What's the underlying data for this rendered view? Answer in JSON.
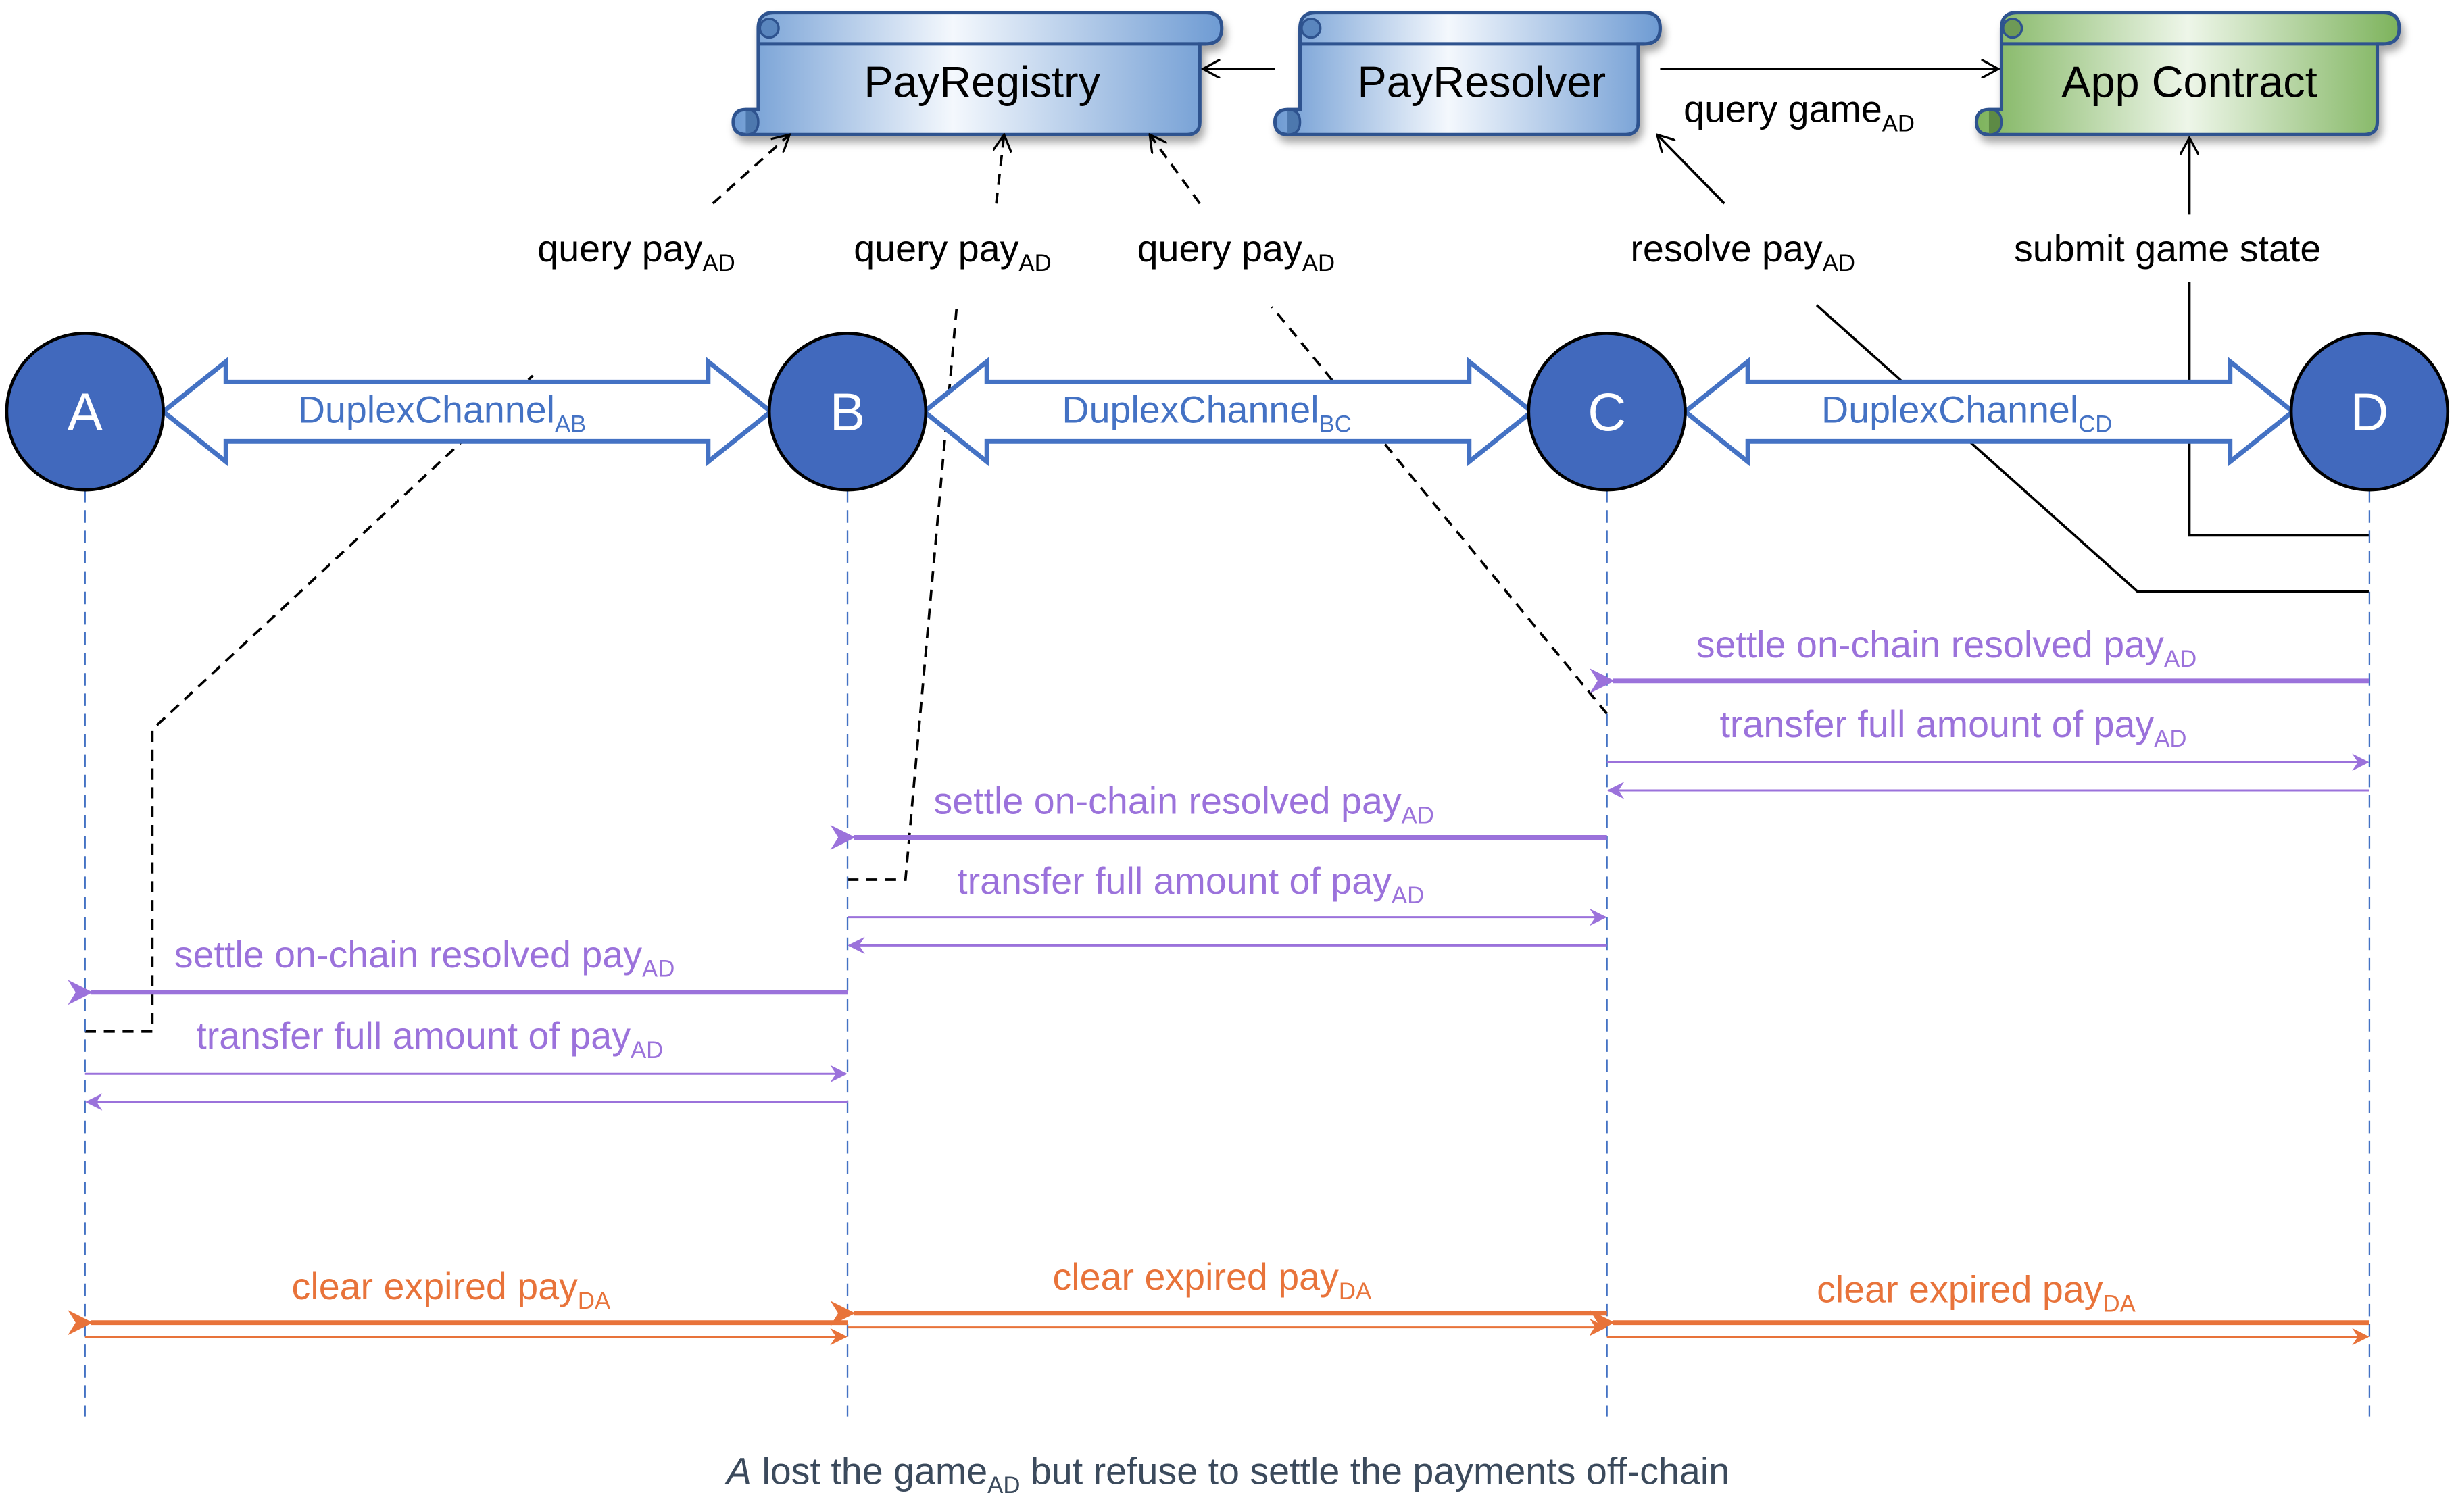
{
  "contracts": {
    "pay_registry": "PayRegistry",
    "pay_resolver": "PayResolver",
    "app_contract": "App Contract"
  },
  "nodes": [
    "A",
    "B",
    "C",
    "D"
  ],
  "channels": [
    {
      "base": "DuplexChannel",
      "sub": "AB"
    },
    {
      "base": "DuplexChannel",
      "sub": "BC"
    },
    {
      "base": "DuplexChannel",
      "sub": "CD"
    }
  ],
  "top_labels": {
    "query_pay_a": {
      "base": "query pay",
      "sub": "AD"
    },
    "query_pay_b": {
      "base": "query pay",
      "sub": "AD"
    },
    "query_pay_c": {
      "base": "query pay",
      "sub": "AD"
    },
    "resolve_pay": {
      "base": "resolve pay",
      "sub": "AD"
    },
    "submit_state": "submit game state",
    "query_game": {
      "base": "query game",
      "sub": "AD"
    }
  },
  "messages": {
    "settle": {
      "base": "settle on-chain resolved pay",
      "sub": "AD"
    },
    "transfer": {
      "base": "transfer full amount of pay",
      "sub": "AD"
    },
    "clear": {
      "base": "clear expired pay",
      "sub": "DA"
    }
  },
  "caption": {
    "italic": "A",
    "part1": " lost the game",
    "sub": "AD",
    "part2": " but refuse to settle the payments off-chain"
  },
  "colors": {
    "node_fill": "#4169BD",
    "channel": "#4472C4",
    "message_purple": "#9B72DB",
    "message_orange": "#E8733A",
    "contract_blue": "#5B8FCC",
    "contract_green": "#6FAA4F",
    "caption": "#3B4A5C"
  }
}
